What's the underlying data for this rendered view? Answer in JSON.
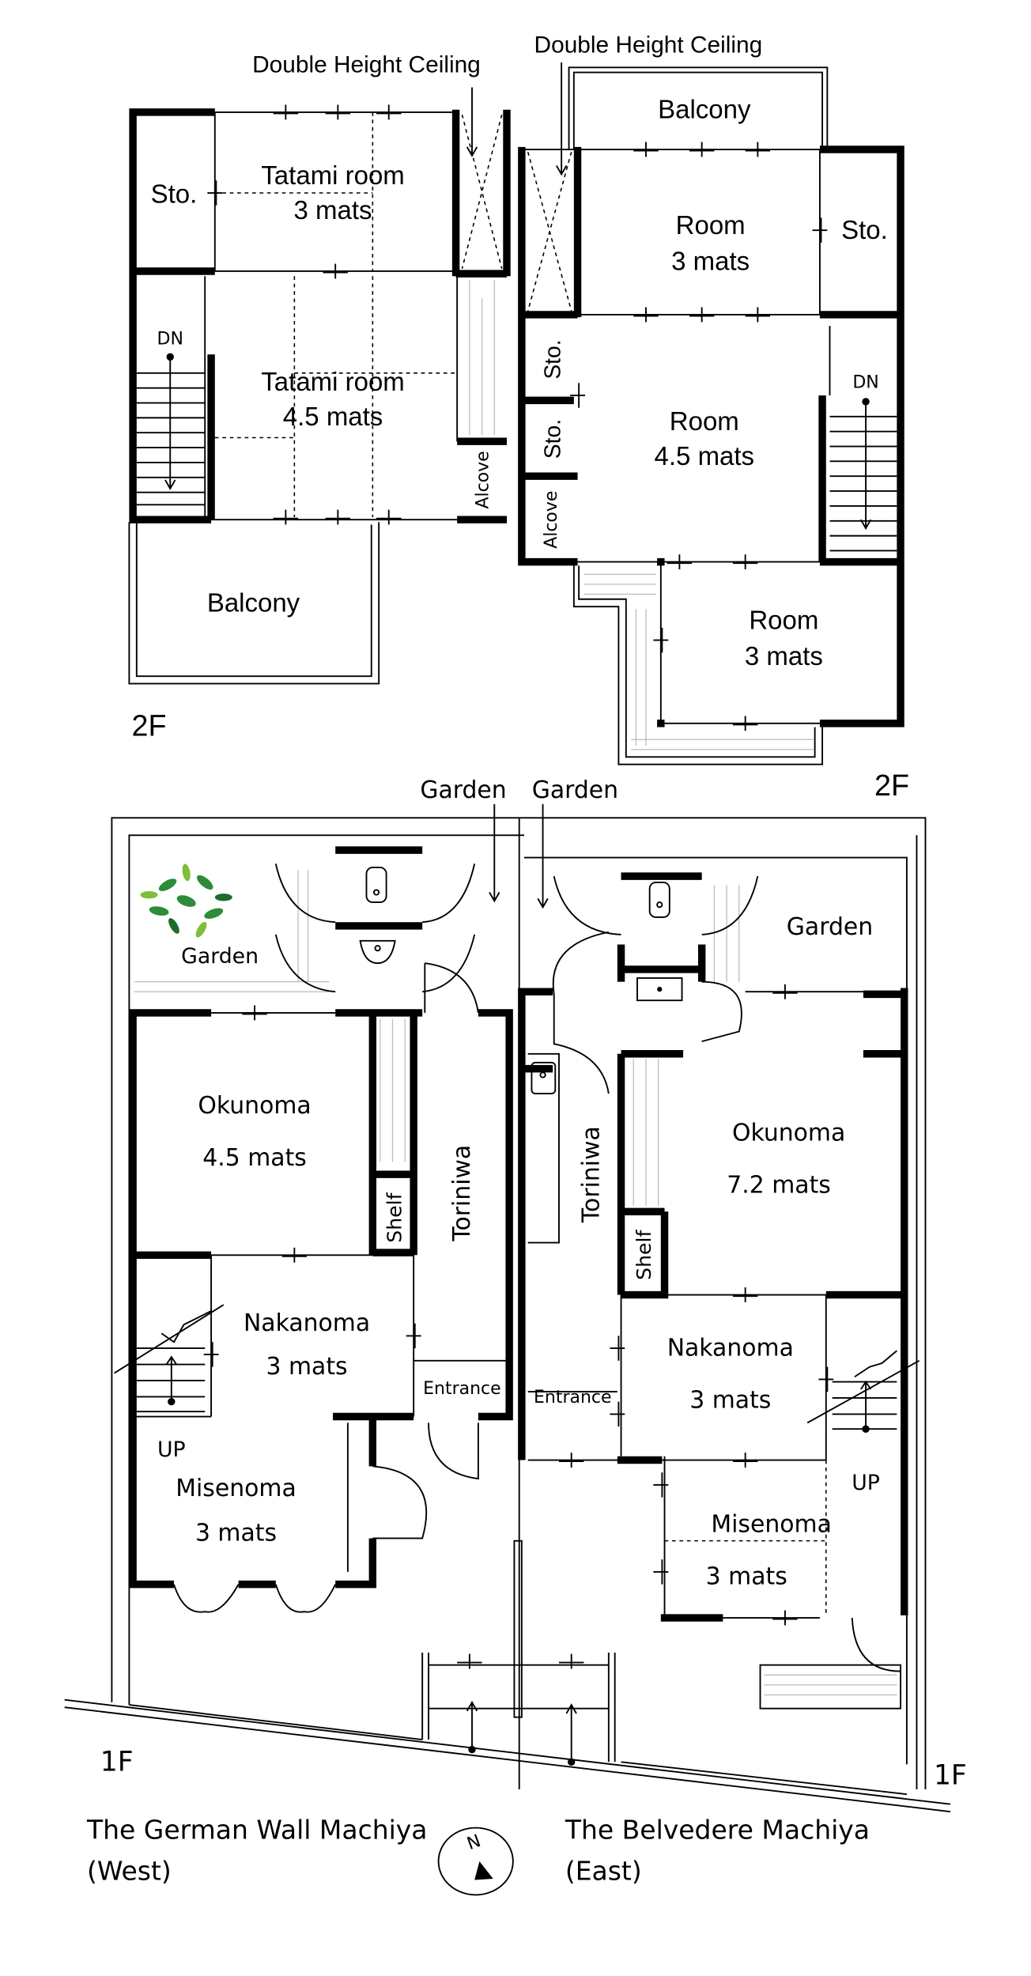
{
  "floor_2f": {
    "level_label": "2F",
    "double_height_ceiling": "Double Height Ceiling",
    "west": {
      "storage": "Sto.",
      "tatami_room_1": {
        "name": "Tatami room",
        "size": "3 mats"
      },
      "tatami_room_2": {
        "name": "Tatami room",
        "size": "4.5 mats"
      },
      "stairs": "DN",
      "alcove": "Alcove",
      "balcony": "Balcony"
    },
    "east": {
      "balcony": "Balcony",
      "room_1": {
        "name": "Room",
        "size": "3 mats"
      },
      "storage_1": "Sto.",
      "storage_2": "Sto.",
      "storage_3": "Sto.",
      "alcove": "Alcove",
      "room_2": {
        "name": "Room",
        "size": "4.5 mats"
      },
      "stairs": "DN",
      "room_3": {
        "name": "Room",
        "size": "3 mats"
      }
    }
  },
  "floor_1f": {
    "level_label": "1F",
    "garden_west_pointer": "Garden",
    "garden_east_pointer": "Garden",
    "west": {
      "garden": "Garden",
      "okunoma": {
        "name": "Okunoma",
        "size": "4.5 mats"
      },
      "shelf": "Shelf",
      "toriniwa": "Toriniwa",
      "nakanoma": {
        "name": "Nakanoma",
        "size": "3 mats"
      },
      "entrance": "Entrance",
      "stairs": "UP",
      "misenoma": {
        "name": "Misenoma",
        "size": "3 mats"
      }
    },
    "east": {
      "garden": "Garden",
      "okunoma": {
        "name": "Okunoma",
        "size": "7.2 mats"
      },
      "shelf": "Shelf",
      "toriniwa": "Toriniwa",
      "nakanoma": {
        "name": "Nakanoma",
        "size": "3 mats"
      },
      "entrance": "Entrance",
      "stairs": "UP",
      "misenoma": {
        "name": "Misenoma",
        "size": "3 mats"
      }
    }
  },
  "titles": {
    "west": {
      "name": "The German Wall Machiya",
      "side": "(West)"
    },
    "east": {
      "name": "The Belvedere Machiya",
      "side": "(East)"
    }
  },
  "compass": {
    "label": "N"
  },
  "colors": {
    "walls": "#000000",
    "plant": "#2e8b3a"
  }
}
